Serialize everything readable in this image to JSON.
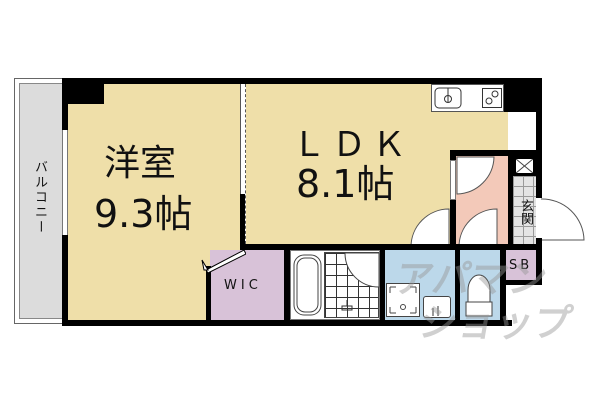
{
  "floorplan": {
    "balcony": {
      "label": "バルコニー"
    },
    "western_room": {
      "name": "洋室",
      "size": "9.3帖"
    },
    "ldk": {
      "name": "ＬＤＫ",
      "size": "8.1帖"
    },
    "wic": {
      "label": "WIC"
    },
    "entrance": {
      "label": "玄関"
    },
    "shoe_box": {
      "label": "SB"
    },
    "kitchen": {
      "fixtures": [
        "sink-icon",
        "stove-icon"
      ]
    },
    "bathroom": {
      "fixtures": [
        "bathtub-icon",
        "shower-icon"
      ]
    },
    "washroom": {
      "fixtures": [
        "washing-machine-pan-icon",
        "wash-basin-icon"
      ]
    },
    "toilet": {
      "fixtures": [
        "toilet-icon"
      ]
    }
  },
  "colors": {
    "room_yellow": "#efdfa9",
    "wic_purple": "#d8c2d8",
    "hall_pink": "#f3c9b9",
    "wet_blue": "#bcd8ea",
    "balcony_gray": "#dcdcdc",
    "wall": "#000000"
  },
  "watermark": {
    "line1": "アパマン",
    "line2": "ショップ"
  }
}
